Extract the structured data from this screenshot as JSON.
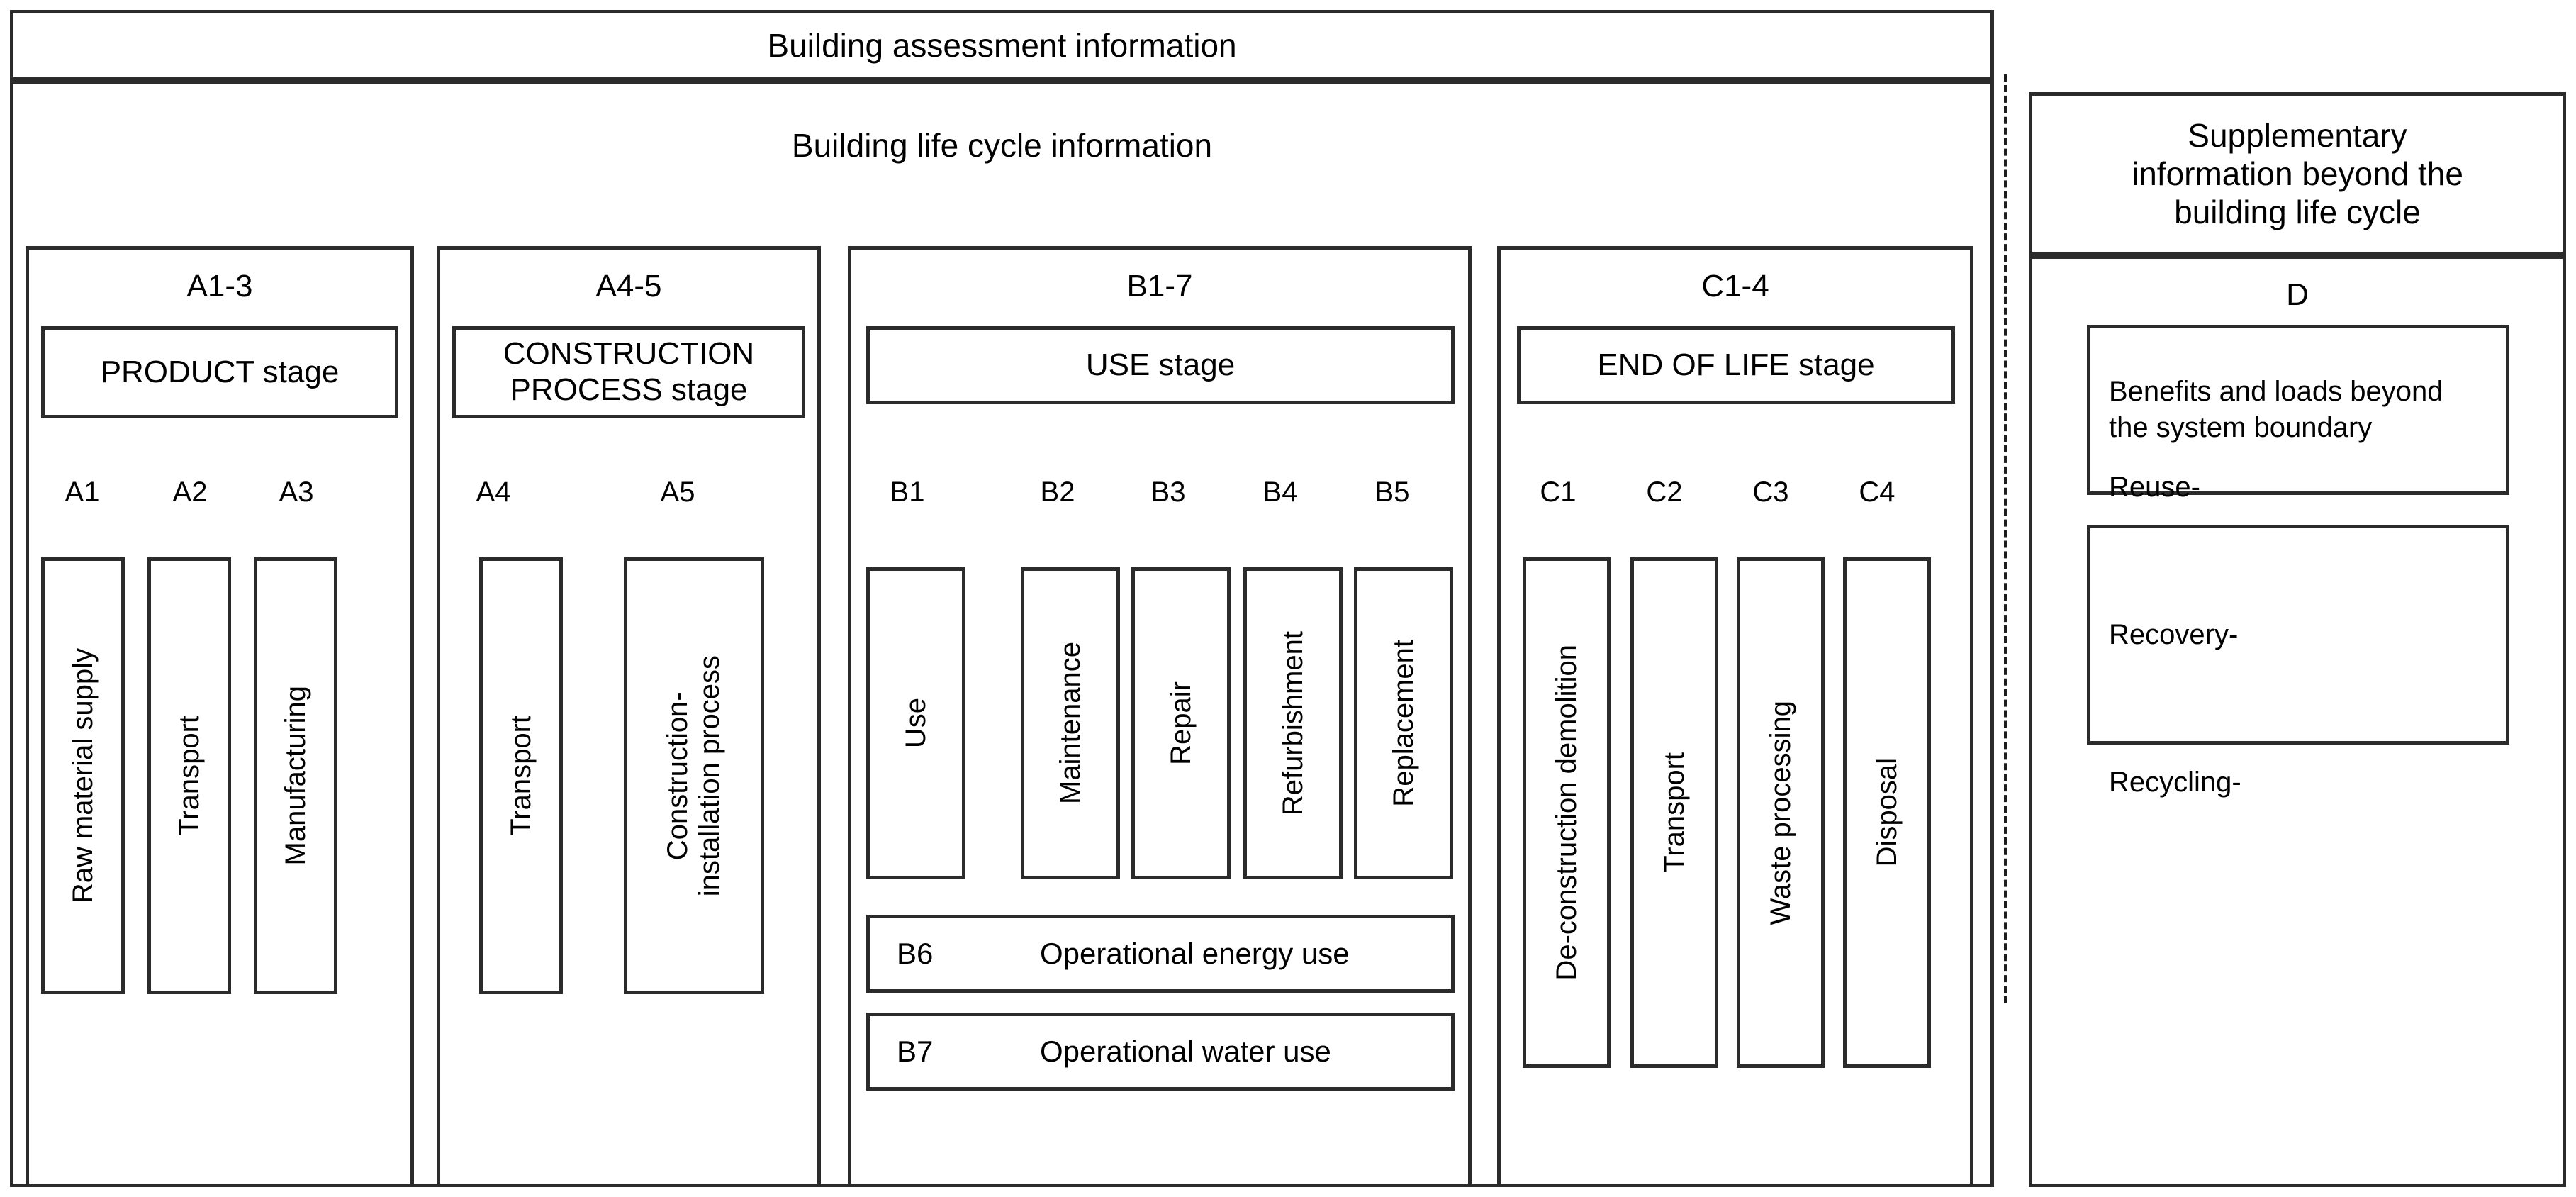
{
  "diagram": {
    "title": "Building assessment information",
    "left_section_title": "Building life cycle information",
    "right_section_title": "Supplementary\ninformation beyond the\nbuilding life cycle"
  },
  "groups": [
    {
      "code": "A1-3",
      "stage": "PRODUCT stage",
      "modules": [
        {
          "code": "A1",
          "label": "Raw material supply"
        },
        {
          "code": "A2",
          "label": "Transport"
        },
        {
          "code": "A3",
          "label": "Manufacturing"
        }
      ]
    },
    {
      "code": "A4-5",
      "stage": "CONSTRUCTION\nPROCESS stage",
      "modules": [
        {
          "code": "A4",
          "label": "Transport"
        },
        {
          "code": "A5",
          "label": "Construction-\ninstallation process"
        }
      ]
    },
    {
      "code": "B1-7",
      "stage": "USE stage",
      "modules": [
        {
          "code": "B1",
          "label": "Use"
        },
        {
          "code": "B2",
          "label": "Maintenance"
        },
        {
          "code": "B3",
          "label": "Repair"
        },
        {
          "code": "B4",
          "label": "Refurbishment"
        },
        {
          "code": "B5",
          "label": "Replacement"
        }
      ],
      "wide_rows": [
        {
          "code": "B6",
          "label": "Operational energy use"
        },
        {
          "code": "B7",
          "label": "Operational water use"
        }
      ]
    },
    {
      "code": "C1-4",
      "stage": "END OF LIFE stage",
      "modules": [
        {
          "code": "C1",
          "label": "De-construction demolition"
        },
        {
          "code": "C2",
          "label": "Transport"
        },
        {
          "code": "C3",
          "label": "Waste processing"
        },
        {
          "code": "C4",
          "label": "Disposal"
        }
      ]
    }
  ],
  "supplementary": {
    "letter": "D",
    "benefits_box": "Benefits and loads beyond the system boundary",
    "options_box": "Reuse-\n\nRecovery-\n\nRecycling-"
  },
  "colors": {
    "stroke": "#2b2b2b",
    "background": "#ffffff",
    "text": "#000000",
    "dashed_divider": "#1d1d1d"
  }
}
